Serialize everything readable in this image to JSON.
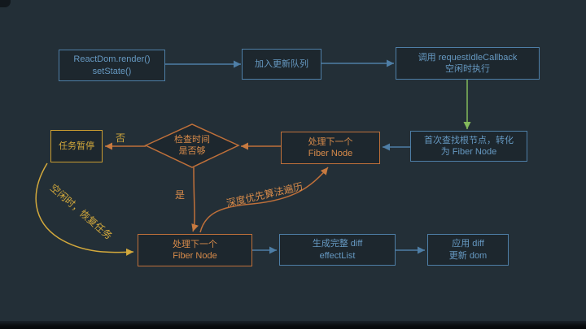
{
  "colors": {
    "background": "#232f37",
    "blue_border": "#4e7ea6",
    "blue_text": "#6699c2",
    "orange_border": "#bf703a",
    "orange_text": "#d88b4a",
    "gold_border": "#c99c31",
    "gold_text": "#d3a93c",
    "green_arrow": "#83ba5b"
  },
  "nodes": {
    "react_render": {
      "lines": [
        "ReactDom.render()",
        "setState()"
      ]
    },
    "update_queue": {
      "lines": [
        "加入更新队列"
      ]
    },
    "request_idle": {
      "lines": [
        "调用 requestIdleCallback",
        "空闲时执行"
      ]
    },
    "find_root": {
      "lines": [
        "首次查找根节点，转化",
        "为 Fiber Node"
      ]
    },
    "fiber_next_top": {
      "lines": [
        "处理下一个",
        "Fiber Node"
      ]
    },
    "check_time": {
      "lines": [
        "检查时间",
        "是否够"
      ]
    },
    "task_pause": {
      "lines": [
        "任务暂停"
      ]
    },
    "fiber_next_bottom": {
      "lines": [
        "处理下一个",
        "Fiber Node"
      ]
    },
    "effect_list": {
      "lines": [
        "生成完整 diff",
        "effectList"
      ]
    },
    "apply_diff": {
      "lines": [
        "应用 diff",
        "更新 dom"
      ]
    }
  },
  "edge_labels": {
    "no": "否",
    "yes": "是",
    "dfs": "深度优先算法遍历",
    "idle_resume": "空闲时，恢复任务"
  }
}
